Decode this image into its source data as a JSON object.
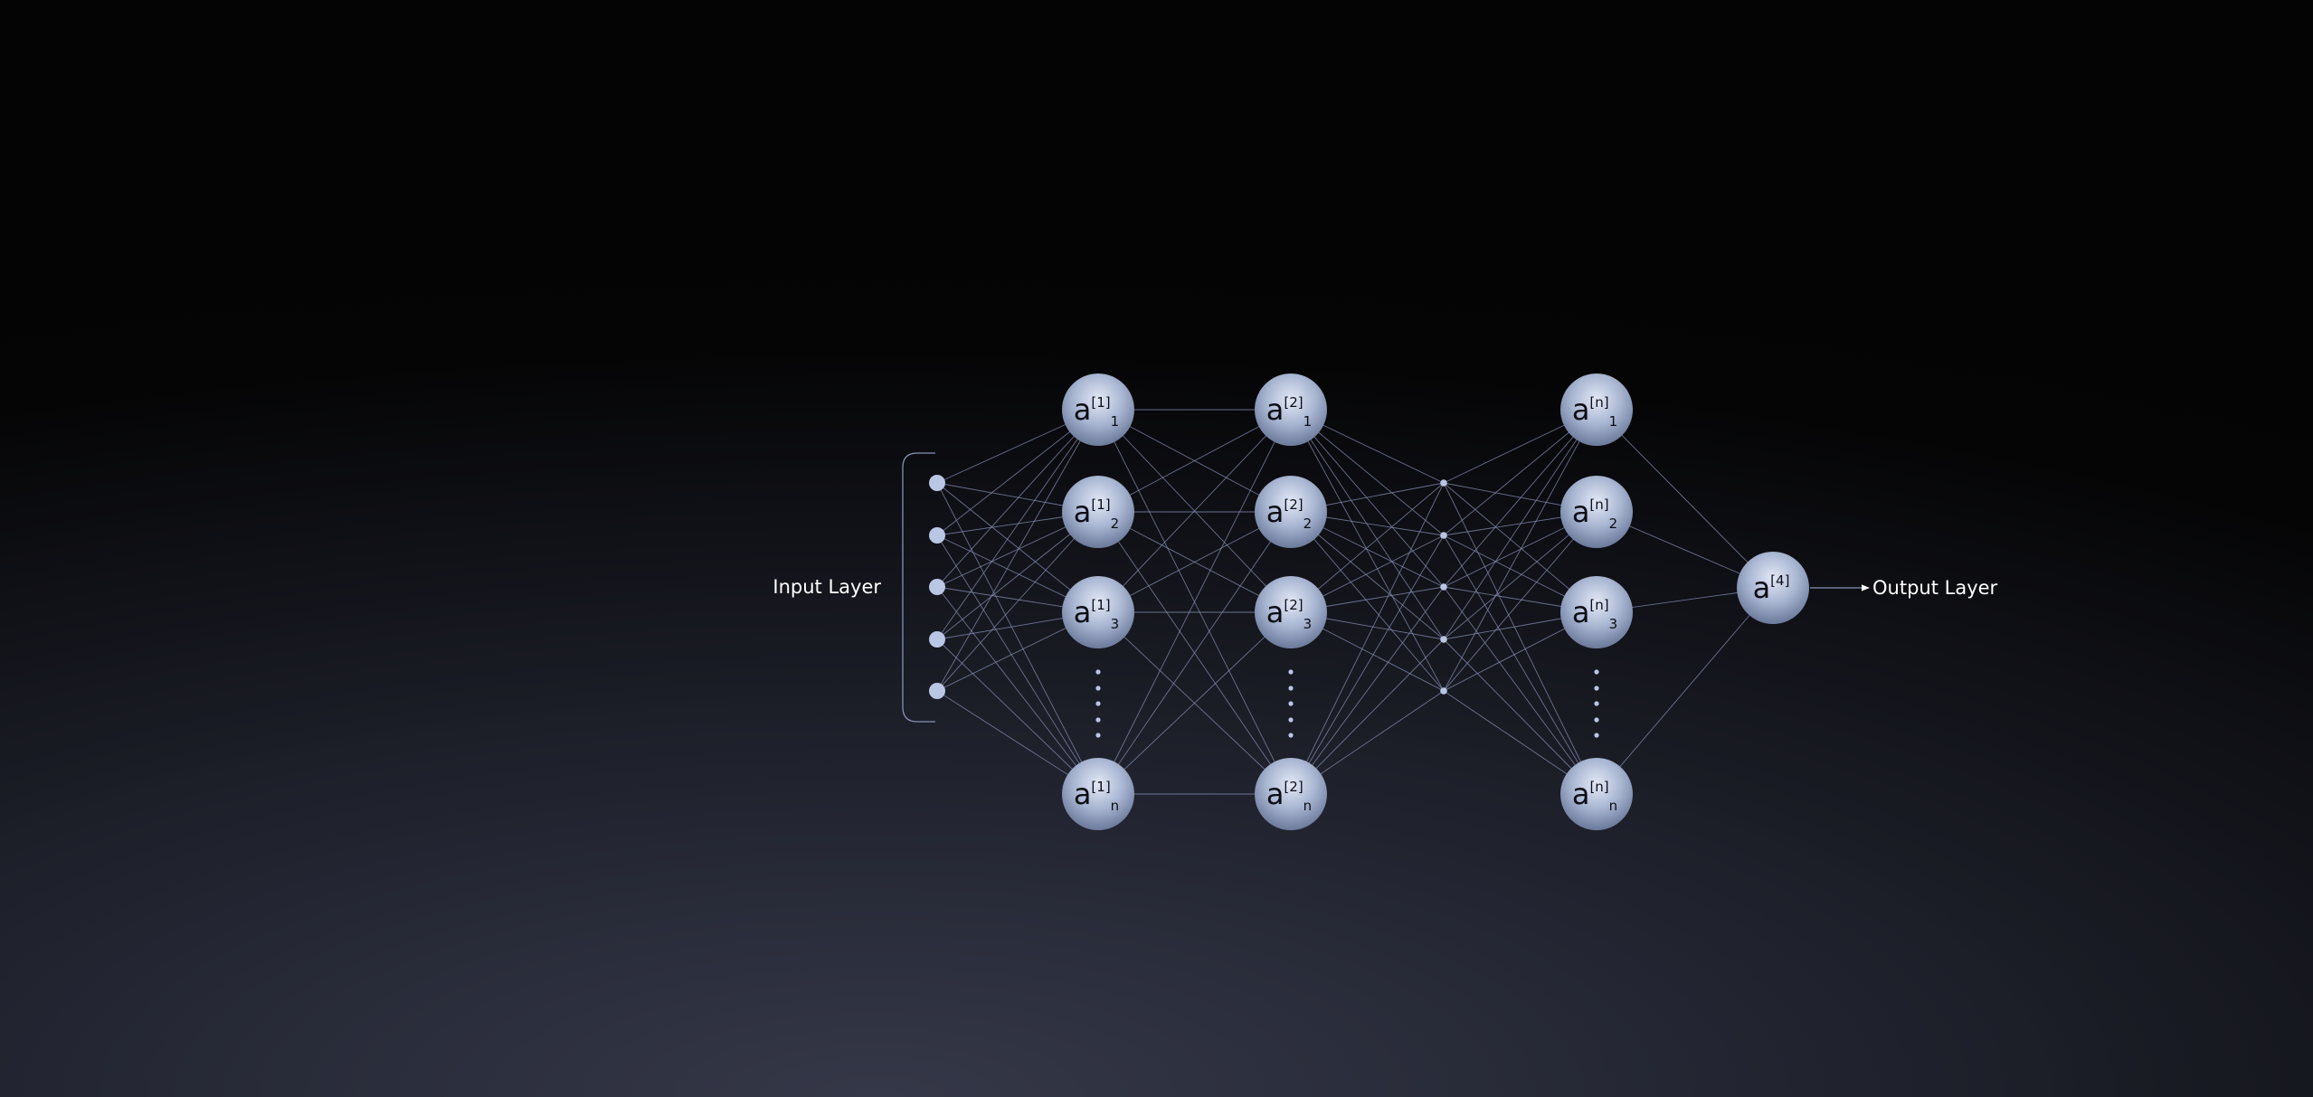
{
  "labels": {
    "input": "Input Layer",
    "output": "Output Layer"
  },
  "colors": {
    "node_light": "#e2e8f6",
    "node_mid": "#a9b6d2",
    "node_dark": "#6f7d9e",
    "edge": "#8790b6",
    "dot": "#b9c6e4",
    "text_light": "#ffffff"
  },
  "input_nodes": 5,
  "hidden_layers": [
    {
      "id": "layer-1",
      "nodes": [
        {
          "base": "a",
          "sup": "[1]",
          "sub": "1"
        },
        {
          "base": "a",
          "sup": "[1]",
          "sub": "2"
        },
        {
          "base": "a",
          "sup": "[1]",
          "sub": "3"
        },
        {
          "base": "a",
          "sup": "[1]",
          "sub": "n"
        }
      ]
    },
    {
      "id": "layer-2",
      "nodes": [
        {
          "base": "a",
          "sup": "[2]",
          "sub": "1"
        },
        {
          "base": "a",
          "sup": "[2]",
          "sub": "2"
        },
        {
          "base": "a",
          "sup": "[2]",
          "sub": "3"
        },
        {
          "base": "a",
          "sup": "[2]",
          "sub": "n"
        }
      ]
    },
    {
      "id": "layer-n",
      "nodes": [
        {
          "base": "a",
          "sup": "[n]",
          "sub": "1"
        },
        {
          "base": "a",
          "sup": "[n]",
          "sub": "2"
        },
        {
          "base": "a",
          "sup": "[n]",
          "sub": "3"
        },
        {
          "base": "a",
          "sup": "[n]",
          "sub": "n"
        }
      ]
    }
  ],
  "middle_small_nodes": 5,
  "output_node": {
    "base": "a",
    "sup": "[4]",
    "sub": ""
  }
}
